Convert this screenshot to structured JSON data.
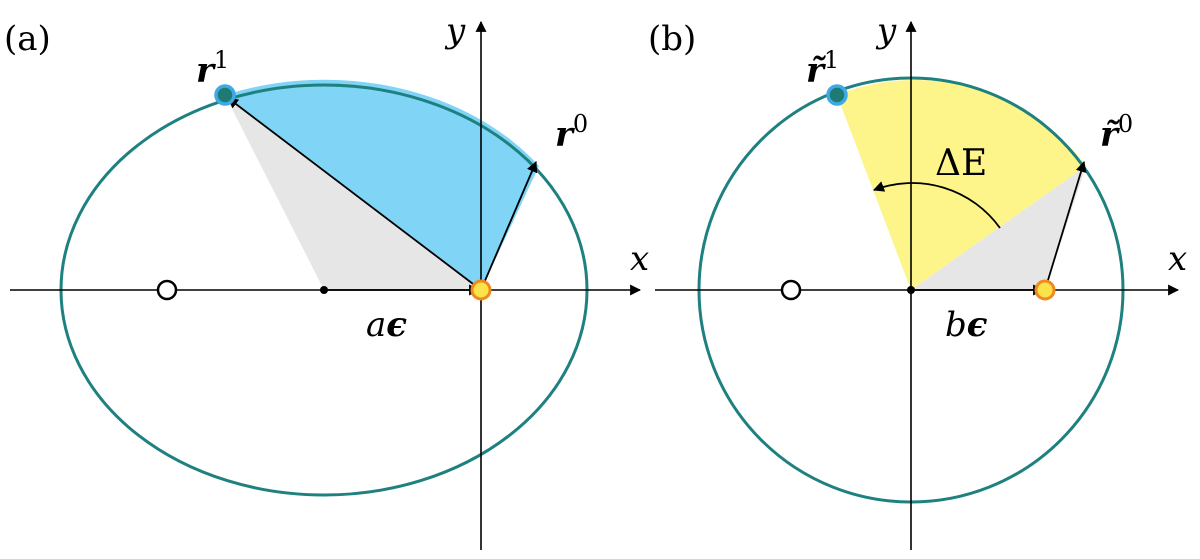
{
  "panels": {
    "a": {
      "tag": "(a)",
      "x_axis": "x",
      "y_axis": "y",
      "r1": {
        "base": "r",
        "sup": "1"
      },
      "r0": {
        "base": "r",
        "sup": "0"
      },
      "offset": {
        "coef": "a",
        "vec": "ϵ"
      }
    },
    "b": {
      "tag": "(b)",
      "x_axis": "x",
      "y_axis": "y",
      "r1": {
        "base": "r̃",
        "sup": "1"
      },
      "r0": {
        "base": "r̃",
        "sup": "0"
      },
      "offset": {
        "coef": "b",
        "vec": "ϵ"
      },
      "angle": "ΔE"
    }
  },
  "colors": {
    "orbit": "#1f8080",
    "sector_a": "#80d4f6",
    "sector_b": "#fef58a",
    "triangle": "#e6e6e6",
    "point_r1_fill": "#1f7a73",
    "point_r1_ring": "#3fa9e6",
    "point_focus_fill": "#fde34a",
    "point_focus_ring": "#f08a1e"
  }
}
